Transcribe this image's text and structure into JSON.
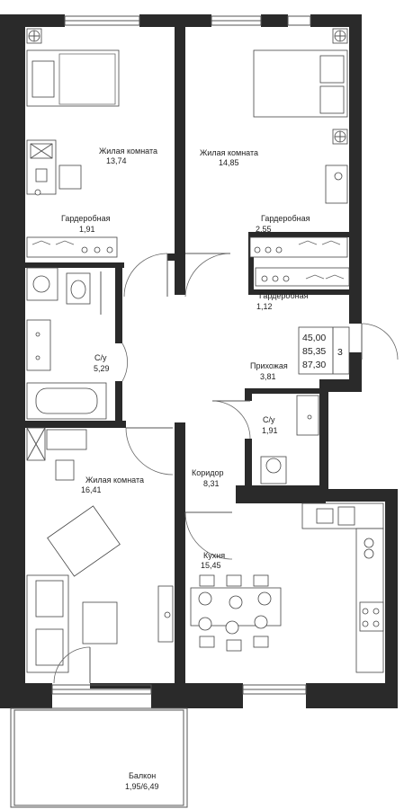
{
  "rooms": {
    "bedroom1": {
      "name": "Жилая комната",
      "area": "13,74"
    },
    "bedroom2": {
      "name": "Жилая комната",
      "area": "14,85"
    },
    "wardrobe1": {
      "name": "Гардеробная",
      "area": "1,91"
    },
    "wardrobe2": {
      "name": "Гардеробная",
      "area": "2,55"
    },
    "wardrobe3": {
      "name": "Гардеробная",
      "area": "1,12"
    },
    "bath1": {
      "name": "С/у",
      "area": "5,29"
    },
    "hall": {
      "name": "Прихожая",
      "area": "3,81"
    },
    "bath2": {
      "name": "С/у",
      "area": "1,91"
    },
    "living": {
      "name": "Жилая комната",
      "area": "16,41"
    },
    "corridor": {
      "name": "Коридор",
      "area": "8,31"
    },
    "kitchen": {
      "name": "Кухня",
      "area": "15,45"
    },
    "balcony": {
      "name": "Балкон",
      "area": "1,95/6,49"
    }
  },
  "summary": {
    "areas": [
      "45,00",
      "85,35",
      "87,30"
    ],
    "rooms_count": "3"
  }
}
